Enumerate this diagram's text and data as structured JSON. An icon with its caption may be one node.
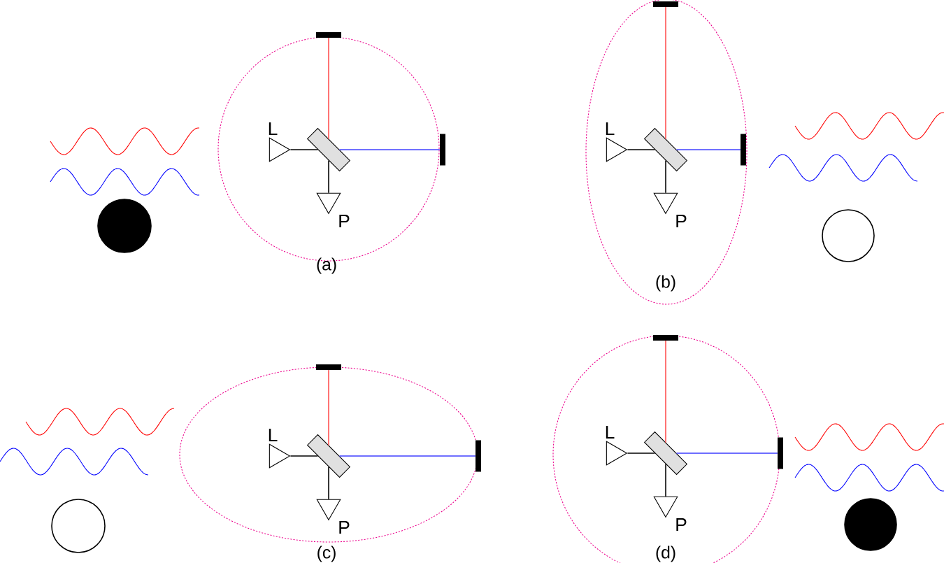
{
  "diagram": {
    "nodes": [
      {
        "text": [],
        "shape": "triangle",
        "beside": [
          "L"
        ]
      },
      {
        "text": [],
        "shape": "box"
      },
      {
        "text": [],
        "shape": "bar"
      },
      {
        "text": [],
        "shape": "bar"
      },
      {
        "text": [],
        "shape": "triangle",
        "beside": [
          "P"
        ]
      },
      {
        "text": [],
        "shape": "triangle",
        "beside": [
          "L"
        ]
      },
      {
        "text": [],
        "shape": "box"
      },
      {
        "text": [],
        "shape": "bar"
      },
      {
        "text": [],
        "shape": "bar"
      },
      {
        "text": [],
        "shape": "triangle",
        "beside": [
          "P"
        ]
      },
      {
        "text": [],
        "shape": "triangle",
        "beside": [
          "L"
        ]
      },
      {
        "text": [],
        "shape": "box"
      },
      {
        "text": [],
        "shape": "bar"
      },
      {
        "text": [],
        "shape": "bar"
      },
      {
        "text": [],
        "shape": "triangle",
        "beside": [
          "P"
        ]
      },
      {
        "text": [],
        "shape": "triangle",
        "beside": [
          "L"
        ]
      },
      {
        "text": [],
        "shape": "box"
      },
      {
        "text": [],
        "shape": "bar"
      },
      {
        "text": [],
        "shape": "bar"
      },
      {
        "text": [],
        "shape": "triangle",
        "beside": [
          "P"
        ]
      }
    ],
    "edges": [
      {
        "from": 0,
        "to": 1,
        "arrow": "none"
      },
      {
        "from": 1,
        "to": 2,
        "arrow": "none",
        "color": "#ff0000"
      },
      {
        "from": 1,
        "to": 3,
        "arrow": "none",
        "color": "#0000ff"
      },
      {
        "from": 1,
        "to": 4,
        "arrow": "none"
      },
      {
        "from": 5,
        "to": 6,
        "arrow": "none"
      },
      {
        "from": 6,
        "to": 7,
        "arrow": "none",
        "color": "#ff0000"
      },
      {
        "from": 6,
        "to": 8,
        "arrow": "none",
        "color": "#0000ff"
      },
      {
        "from": 6,
        "to": 9,
        "arrow": "none"
      },
      {
        "from": 10,
        "to": 11,
        "arrow": "none"
      },
      {
        "from": 11,
        "to": 12,
        "arrow": "none",
        "color": "#ff0000"
      },
      {
        "from": 11,
        "to": 13,
        "arrow": "none",
        "color": "#0000ff"
      },
      {
        "from": 11,
        "to": 14,
        "arrow": "none"
      },
      {
        "from": 15,
        "to": 16,
        "arrow": "none"
      },
      {
        "from": 16,
        "to": 17,
        "arrow": "none",
        "color": "#ff0000"
      },
      {
        "from": 16,
        "to": 18,
        "arrow": "none",
        "color": "#0000ff"
      },
      {
        "from": 16,
        "to": 19,
        "arrow": "none"
      }
    ],
    "labels": [
      "(a)",
      "(b)",
      "(c)",
      "(d)"
    ]
  }
}
